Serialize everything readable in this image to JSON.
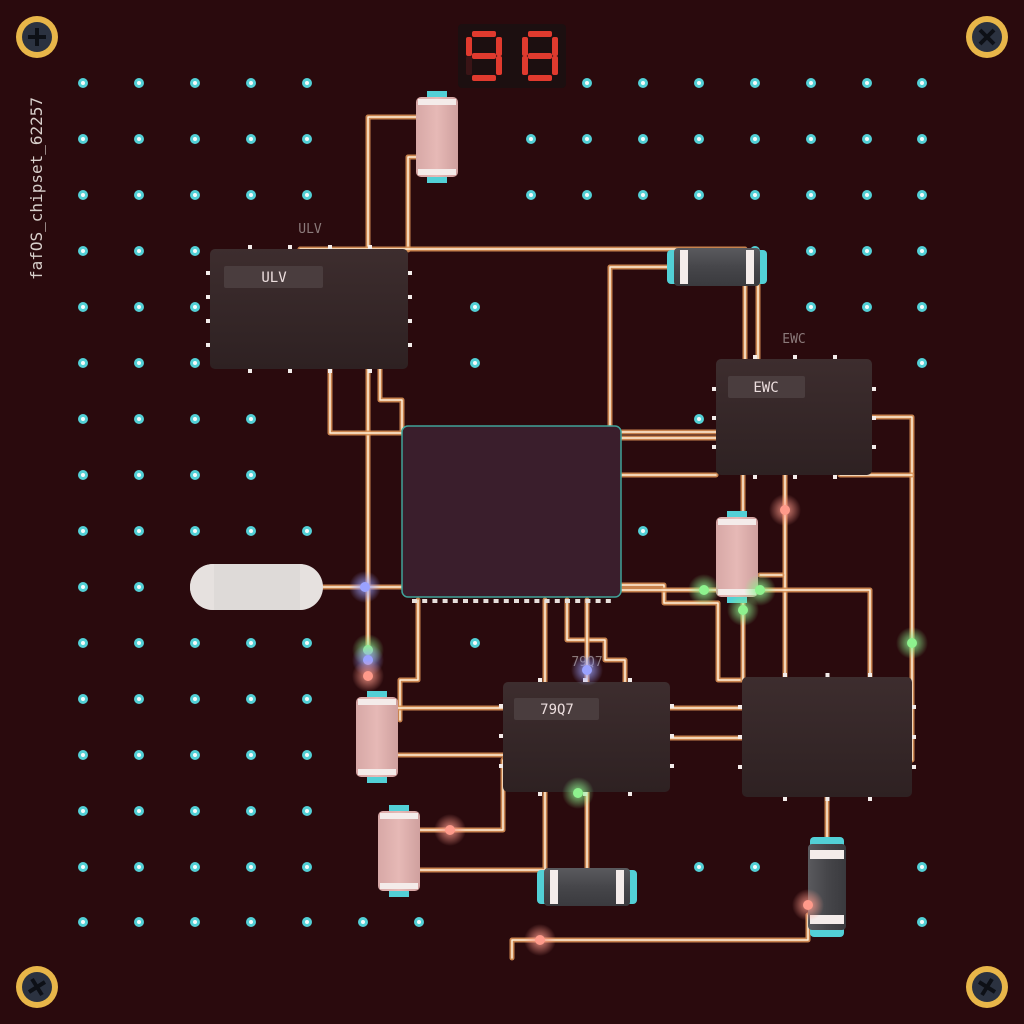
{
  "board": {
    "title": "fafOS_chipset_62257",
    "score": "98",
    "colors": {
      "background": "#2a0a0d",
      "trace": "#e6a66a",
      "trace_core": "#fff0d8",
      "via": "#52d0d6",
      "chip_body": "#3a2a2b",
      "cpu_body": "#3a1e2c",
      "cpu_border": "#3fa39a",
      "digit_on": "#e03a2e",
      "screw_ring": "#e8b649"
    }
  },
  "chips": [
    {
      "id": "ulv",
      "label": "ULV",
      "silk": "ULV"
    },
    {
      "id": "ewc",
      "label": "EWC",
      "silk": "EWC"
    },
    {
      "id": "79q7",
      "label": "79Q7",
      "silk": "79Q7"
    },
    {
      "id": "blank",
      "label": "",
      "silk": ""
    }
  ],
  "components": {
    "cpu": "cpu-die",
    "resistors": [
      "resistor-top",
      "resistor-right",
      "resistor-left-a",
      "resistor-left-b"
    ],
    "capacitors": [
      "capacitor-top",
      "capacitor-bottom",
      "capacitor-right"
    ],
    "inductor": "inductor-coil"
  }
}
